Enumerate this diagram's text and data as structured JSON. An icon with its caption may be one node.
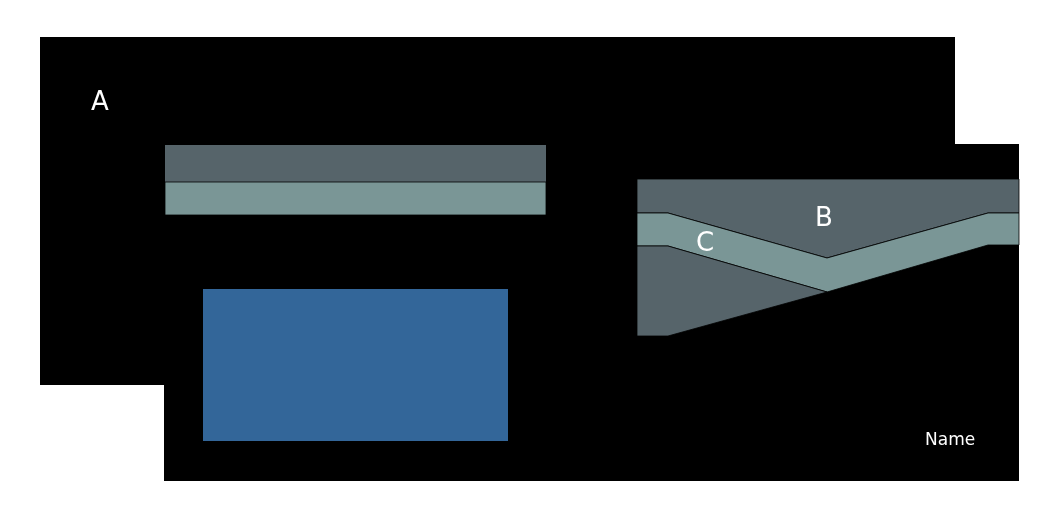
{
  "diagram": {
    "nodes": [
      {
        "text": [],
        "shape": "box"
      }
    ],
    "labels": [
      "A",
      "B",
      "C",
      "Name"
    ]
  }
}
